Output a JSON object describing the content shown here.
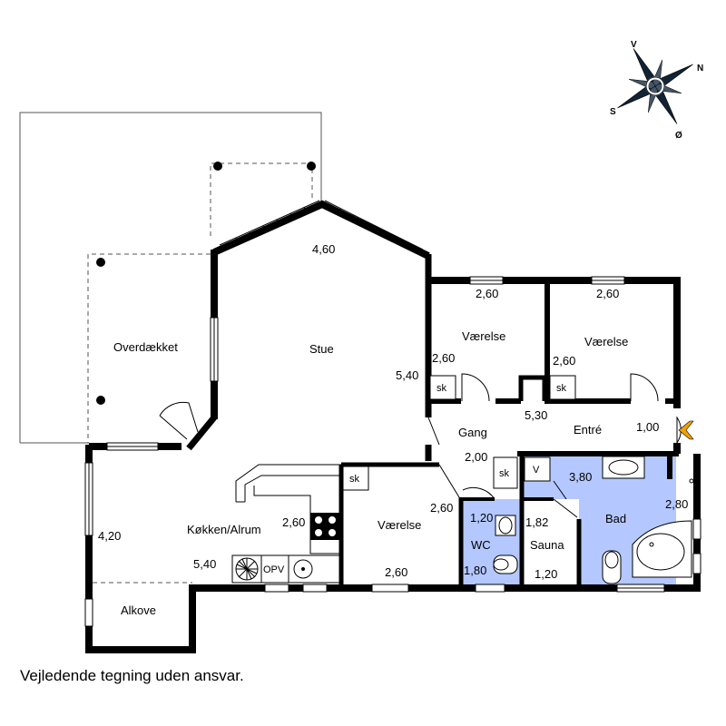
{
  "rooms": {
    "overdaekket": "Overdækket",
    "stue": "Stue",
    "vaerelse_1": "Værelse",
    "vaerelse_2": "Værelse",
    "vaerelse_3": "Værelse",
    "gang": "Gang",
    "entre": "Entré",
    "bad": "Bad",
    "wc": "WC",
    "sauna": "Sauna",
    "koekken": "Køkken/Alrum",
    "alkove": "Alkove"
  },
  "dimensions": {
    "stue_top": "4,60",
    "stue_side": "5,40",
    "vaerelse1_width": "2,60",
    "vaerelse1_depth": "2,60",
    "vaerelse2_width": "2,60",
    "vaerelse2_depth": "2,60",
    "gang_length": "5,30",
    "entre_width": "1,00",
    "gang_width": "2,00",
    "bad_width": "3,80",
    "bad_depth": "2,80",
    "vaerelse3_depth": "2,60",
    "vaerelse3_width": "2,60",
    "wc_width": "1,20",
    "wc_depth": "1,80",
    "sauna_depth": "1,82",
    "sauna_width": "1,20",
    "koekken_depth": "4,20",
    "koekken_width": "5,40",
    "koekken_inner": "2,60"
  },
  "fixtures": {
    "sk_1": "sk",
    "sk_2": "sk",
    "sk_3": "sk",
    "sk_4": "sk",
    "v": "V",
    "opv": "OPV"
  },
  "compass": {
    "north": "N",
    "south": "S",
    "east": "Ø",
    "west": "V"
  },
  "disclaimer": "Vejledende tegning uden ansvar.",
  "colors": {
    "wall": "#000000",
    "wet_room": "#b4c8ff",
    "entrance_arrow": "#f0a000",
    "window": "#ffffff"
  }
}
